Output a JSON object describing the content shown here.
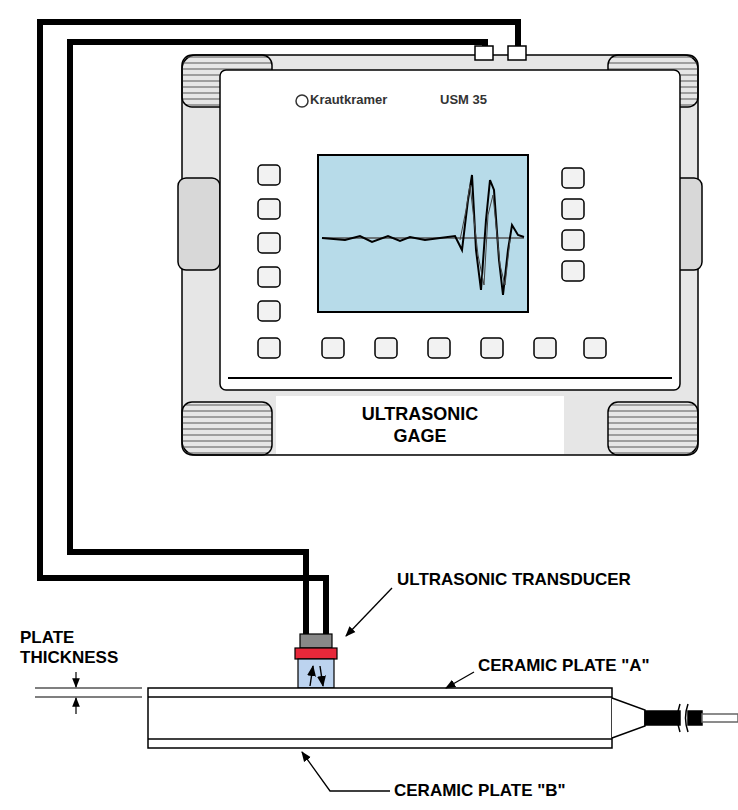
{
  "diagram": {
    "nodes": [
      {
        "text": [
          "ULTRASONIC GAGE"
        ]
      }
    ],
    "labels": [
      "Krautkramer",
      "USM 35",
      "ULTRASONIC TRANSDUCER",
      "CERAMIC PLATE \"A\"",
      "PLATE THICKNESS",
      "CERAMIC PLATE \"B\""
    ]
  }
}
